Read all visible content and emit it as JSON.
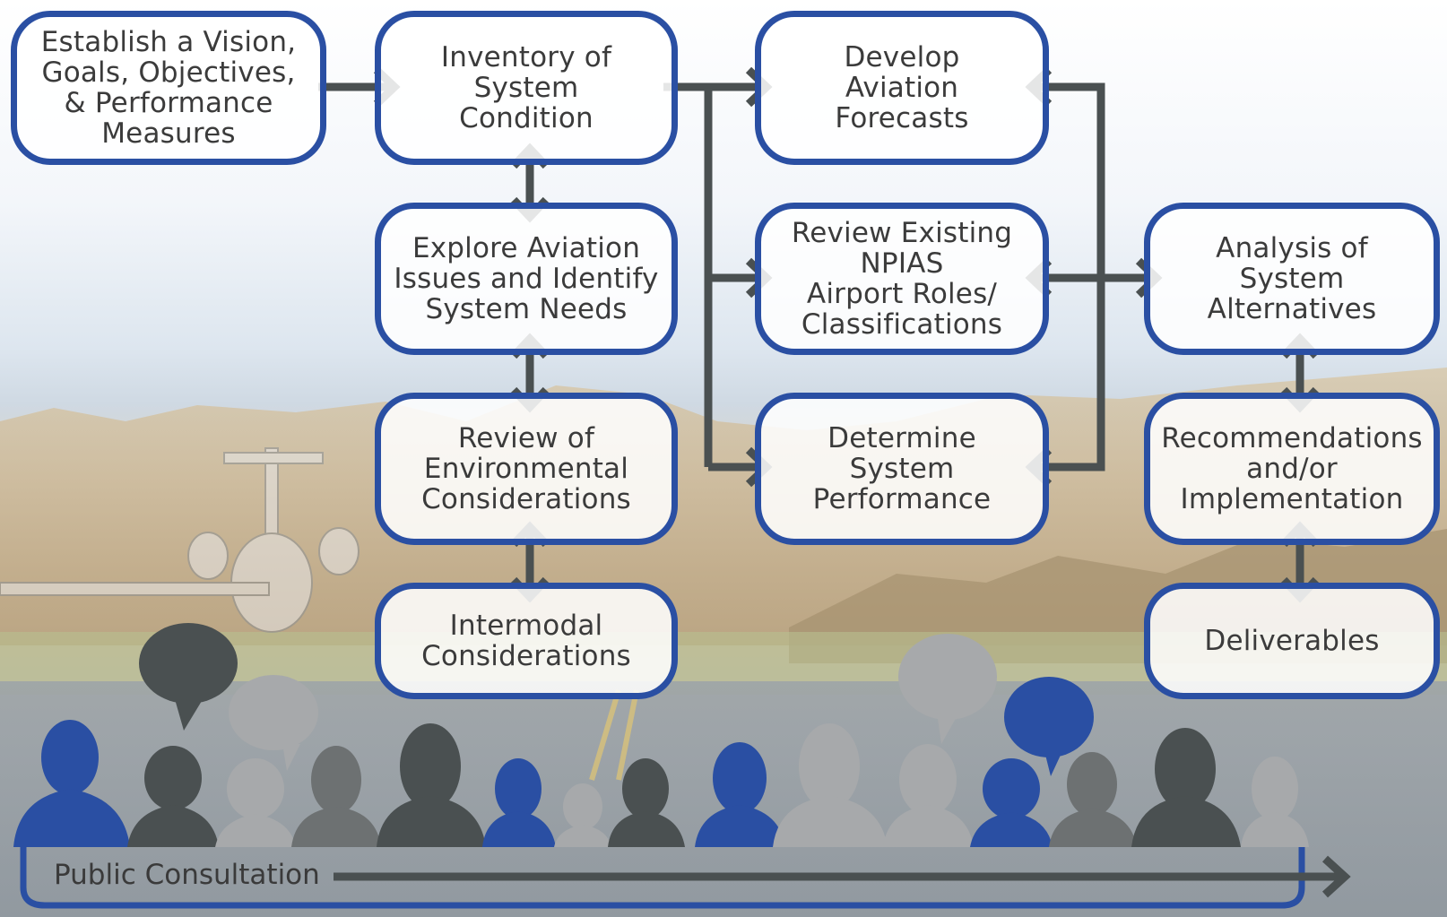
{
  "boxes": {
    "vision": "Establish a Vision,\nGoals, Objectives,\n& Performance\nMeasures",
    "inventory": "Inventory of\nSystem\nCondition",
    "forecasts": "Develop\nAviation\nForecasts",
    "explore": "Explore Aviation\nIssues and Identify\nSystem Needs",
    "npias": "Review Existing\nNPIAS\nAirport Roles/\nClassifications",
    "analysis": "Analysis of\nSystem\nAlternatives",
    "environmental": "Review of\nEnvironmental\nConsiderations",
    "performance": "Determine\nSystem\nPerformance",
    "recommendations": "Recommendations\nand/or\nImplementation",
    "intermodal": "Intermodal\nConsiderations",
    "deliverables": "Deliverables"
  },
  "public_consultation": "Public Consultation",
  "colors": {
    "box_border": "#2a4fa3",
    "arrow": "#4a5051",
    "people_blue": "#2a4fa3",
    "people_dark": "#4a5051",
    "people_mid": "#6d7172",
    "people_light": "#a7a9ab"
  }
}
